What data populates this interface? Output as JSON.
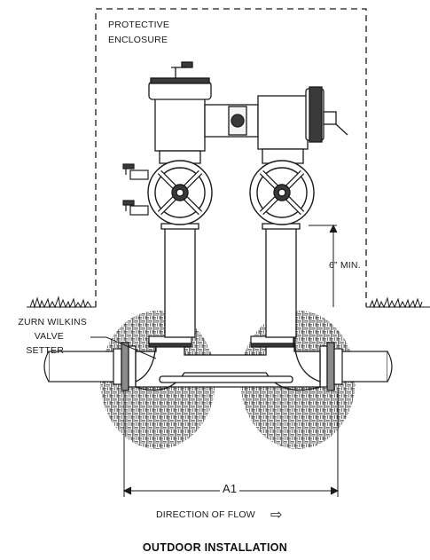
{
  "labels": {
    "enclosure_line1": "PROTECTIVE",
    "enclosure_line2": "ENCLOSURE",
    "valve_setter_line1": "ZURN WILKINS",
    "valve_setter_line2": "VALVE",
    "valve_setter_line3": "SETTER",
    "min_height": "6” MIN.",
    "dimension_a1": "A1",
    "flow_direction": "DIRECTION OF FLOW",
    "flow_arrow_glyph": "⇨"
  },
  "title": "OUTDOOR INSTALLATION",
  "colors": {
    "line": "#1a1a1a",
    "fill_dark": "#3a3a3a",
    "fill_mid": "#8a8a8a",
    "fill_light": "#f4f4f4",
    "gravel": "#555555"
  },
  "icons": [
    "flow-arrow-icon",
    "grass-icon",
    "gate-valve-handwheel-icon",
    "test-cock-icon"
  ]
}
